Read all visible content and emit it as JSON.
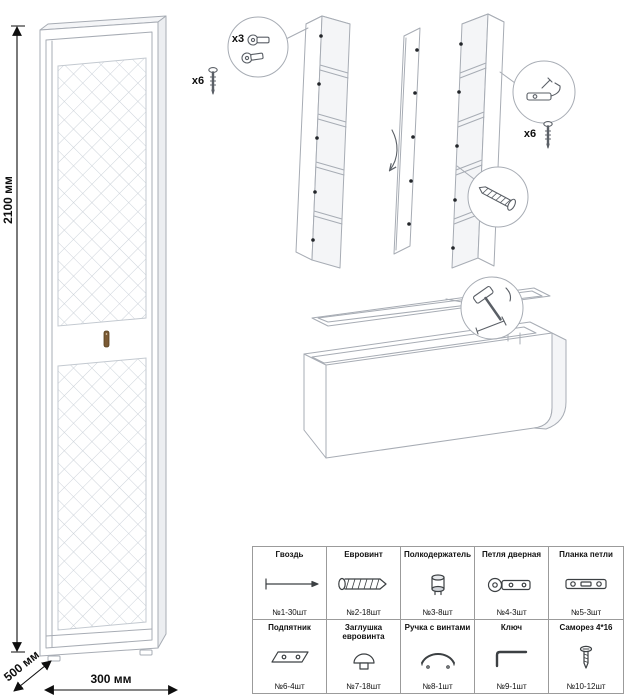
{
  "diagram": {
    "dimensions": {
      "height": "2100 мм",
      "depth": "500 мм",
      "width": "300 мм"
    },
    "callouts": {
      "hinges": "x3",
      "screws_left": "x6",
      "screws_right": "x6"
    },
    "colors": {
      "line": "#a7acb4",
      "text": "#0e0e0e",
      "door_pattern": "#ccd2d9"
    }
  },
  "parts_table": {
    "rows": [
      [
        {
          "name": "Гвоздь",
          "qty": "№1-30шт"
        },
        {
          "name": "Евровинт",
          "qty": "№2-18шт"
        },
        {
          "name": "Полкодержатель",
          "qty": "№3-8шт"
        },
        {
          "name": "Петля дверная",
          "qty": "№4-3шт"
        },
        {
          "name": "Планка петли",
          "qty": "№5-3шт"
        }
      ],
      [
        {
          "name": "Подпятник",
          "qty": "№6-4шт"
        },
        {
          "name": "Заглушка евровинта",
          "qty": "№7-18шт"
        },
        {
          "name": "Ручка с винтами",
          "qty": "№8-1шт"
        },
        {
          "name": "Ключ",
          "qty": "№9-1шт"
        },
        {
          "name": "Саморез 4*16",
          "qty": "№10-12шт"
        }
      ]
    ]
  }
}
